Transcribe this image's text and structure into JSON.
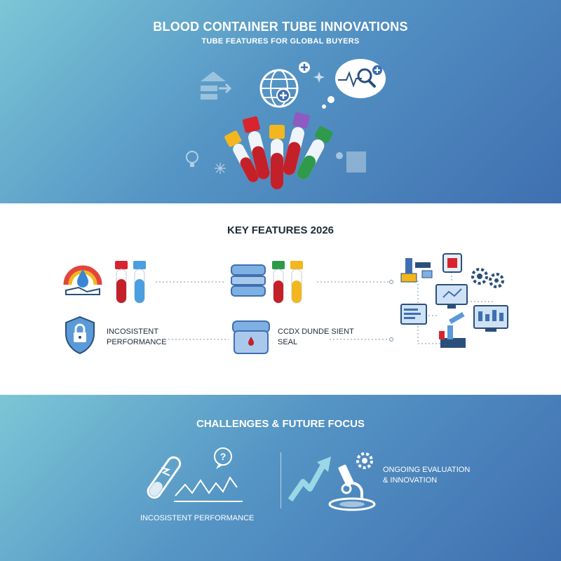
{
  "header": {
    "title": "BLOOD CONTAINER TUBE INNOVATIONS",
    "subtitle": "TUBE FEATURES FOR GLOBAL BUYERS"
  },
  "key_features": {
    "title": "KEY FEATURES 2026",
    "left_label": "INCOSISTENT\nPERFORMANCE",
    "right_label": "CCDX DUNDE SIENT\nSEAL"
  },
  "challenges": {
    "title": "CHALLENGES & FUTURE FOCUS",
    "left_label": "INCOSISTENT PERFORMANCE",
    "right_label": "ONGOING EVALUATION\n& INNOVATION"
  },
  "colors": {
    "accent_blue": "#3f6fb0",
    "tube_red": "#d8242f",
    "tube_yellow": "#f2b71f",
    "tube_purple": "#8e5bc2",
    "tube_green": "#2e9a4a",
    "tube_light_blue": "#4a9fe0",
    "icon_navy": "#2a4f7a"
  },
  "icons": {
    "hero": [
      "globe-medical-icon",
      "magnifier-heartbeat-icon",
      "blood-tube-fan-icon"
    ],
    "features": [
      "blood-drop-hands-icon",
      "tube-pair-icon",
      "cap-seal-icon",
      "tube-pair-icon",
      "shield-lock-icon",
      "sealed-cap-drop-icon",
      "automation-network-icon"
    ],
    "challenges": [
      "cracked-tube-icon",
      "question-bubble-icon",
      "zigzag-chart-icon",
      "rising-arrow-icon",
      "microscope-gear-icon"
    ]
  }
}
